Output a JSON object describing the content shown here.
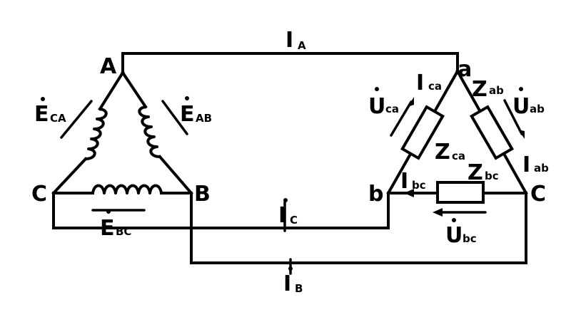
{
  "source_nodes": {
    "a": "A",
    "b": "B",
    "c": "C"
  },
  "load_nodes": {
    "a": "a",
    "b": "b",
    "c": "C"
  },
  "source_emfs": {
    "ab": {
      "symbol": "E",
      "sub": "AB"
    },
    "ca": {
      "symbol": "E",
      "sub": "CA"
    },
    "bc": {
      "symbol": "E",
      "sub": "BC"
    }
  },
  "line_currents": {
    "a": {
      "symbol": "I",
      "sub": "A"
    },
    "b": {
      "symbol": "I",
      "sub": "B"
    },
    "c": {
      "symbol": "I",
      "sub": "C"
    }
  },
  "phase_currents": {
    "ab": {
      "symbol": "I",
      "sub": "ab"
    },
    "bc": {
      "symbol": "I",
      "sub": "bc"
    },
    "ca": {
      "symbol": "I",
      "sub": "ca"
    }
  },
  "impedances": {
    "ab": {
      "symbol": "Z",
      "sub": "ab"
    },
    "bc": {
      "symbol": "Z",
      "sub": "bc"
    },
    "ca": {
      "symbol": "Z",
      "sub": "ca"
    }
  },
  "voltages": {
    "ab": {
      "symbol": "U",
      "sub": "ab"
    },
    "bc": {
      "symbol": "U",
      "sub": "bc"
    },
    "ca": {
      "symbol": "U",
      "sub": "ca"
    }
  }
}
